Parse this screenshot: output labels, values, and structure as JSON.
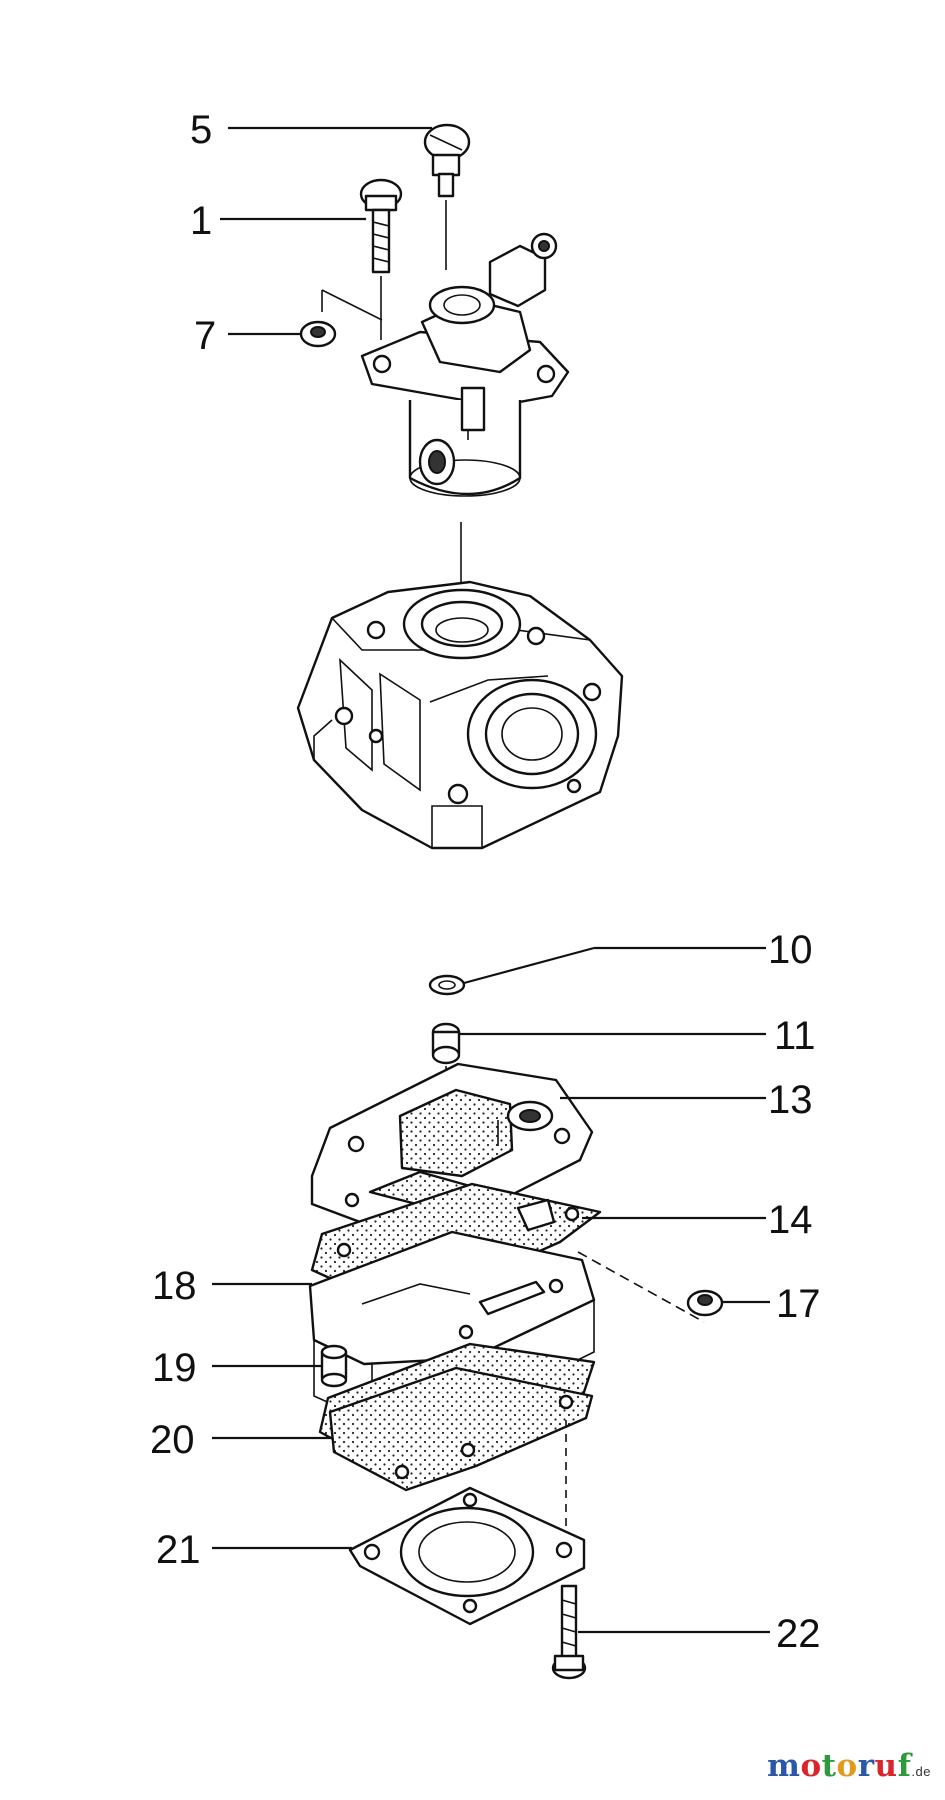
{
  "diagram": {
    "labels": {
      "p1": "1",
      "p5": "5",
      "p7": "7",
      "p10": "10",
      "p11": "11",
      "p13": "13",
      "p14": "14",
      "p17": "17",
      "p18": "18",
      "p19": "19",
      "p20": "20",
      "p21": "21",
      "p22": "22"
    }
  },
  "watermark": {
    "letters": [
      "m",
      "o",
      "t",
      "o",
      "r",
      "u",
      "f"
    ],
    "colors": [
      "#2b57a8",
      "#d9262c",
      "#2f9a3c",
      "#e39a1b",
      "#2b57a8",
      "#d9262c",
      "#2f9a3c"
    ],
    "suffix": ".de"
  }
}
